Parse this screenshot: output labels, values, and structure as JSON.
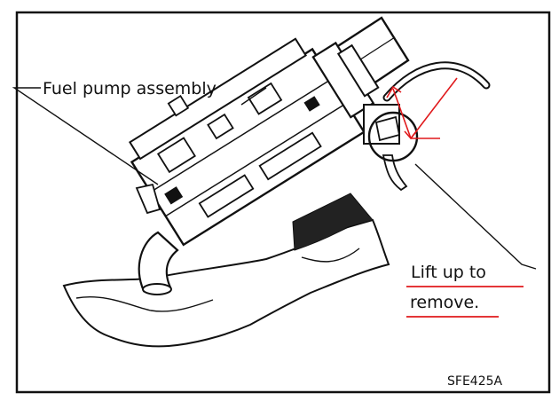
{
  "labels": {
    "pump": "Fuel pump assembly",
    "lift_line1": "Lift up to",
    "lift_line2": "remove.",
    "code": "SFE425A"
  },
  "colors": {
    "ink": "#111111",
    "annotation": "#e0191c",
    "paper": "#ffffff"
  }
}
